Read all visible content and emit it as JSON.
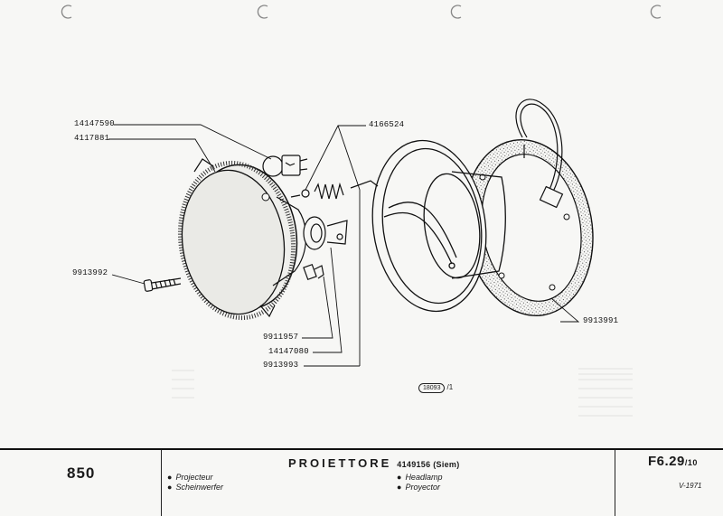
{
  "callouts": {
    "c14147590": "14147590",
    "c4117881": "4117881",
    "c4166524": "4166524",
    "c9913992": "9913992",
    "c9913991": "9913991",
    "c9911957": "9911957",
    "c14147080": "14147080",
    "c9913993": "9913993"
  },
  "reference": {
    "code": "18093",
    "suffix": "/1"
  },
  "footer": {
    "model": "850",
    "title": "PROIETTORE",
    "part": "4149156 (Siem)",
    "lang_fr": "Projecteur",
    "lang_de": "Scheinwerfer",
    "lang_en": "Headlamp",
    "lang_es": "Proyector",
    "code": "F6.29",
    "code_sub": "/10",
    "date": "V-1971"
  }
}
